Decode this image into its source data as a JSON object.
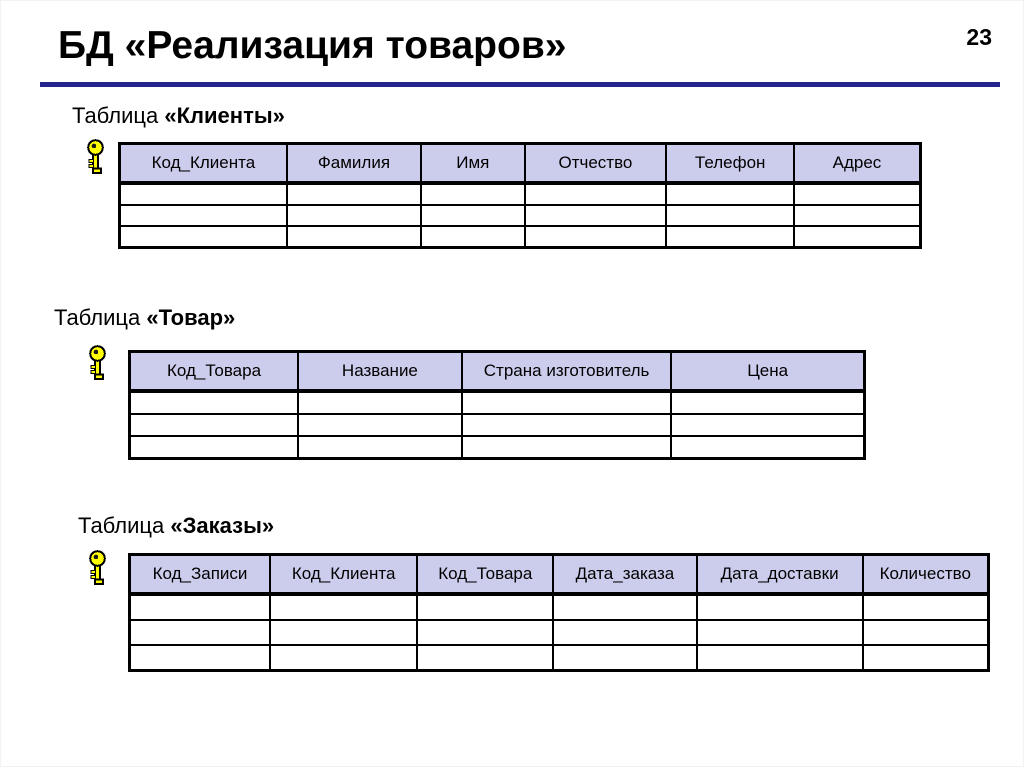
{
  "slide": {
    "title": "БД «Реализация товаров»",
    "page_number": "23"
  },
  "sections": [
    {
      "label_prefix": "Таблица",
      "table_name": "«Клиенты»",
      "key_icon": "primary-key-icon",
      "columns": [
        "Код_Клиента",
        "Фамилия",
        "Имя",
        "Отчество",
        "Телефон",
        "Адрес"
      ],
      "empty_rows": 3
    },
    {
      "label_prefix": "Таблица",
      "table_name": "«Товар»",
      "key_icon": "primary-key-icon",
      "columns": [
        "Код_Товара",
        "Название",
        "Страна изготовитель",
        "Цена"
      ],
      "empty_rows": 3
    },
    {
      "label_prefix": "Таблица",
      "table_name": "«Заказы»",
      "key_icon": "primary-key-icon",
      "columns": [
        "Код_Записи",
        "Код_Клиента",
        "Код_Товара",
        "Дата_заказа",
        "Дата_доставки",
        "Количество"
      ],
      "empty_rows": 3
    }
  ],
  "colors": {
    "table_header_fill": "#CCCCEC",
    "table_border": "#000000",
    "title_rule": "#24248F",
    "key_yellow": "#FFFF00",
    "text": "#000000"
  }
}
